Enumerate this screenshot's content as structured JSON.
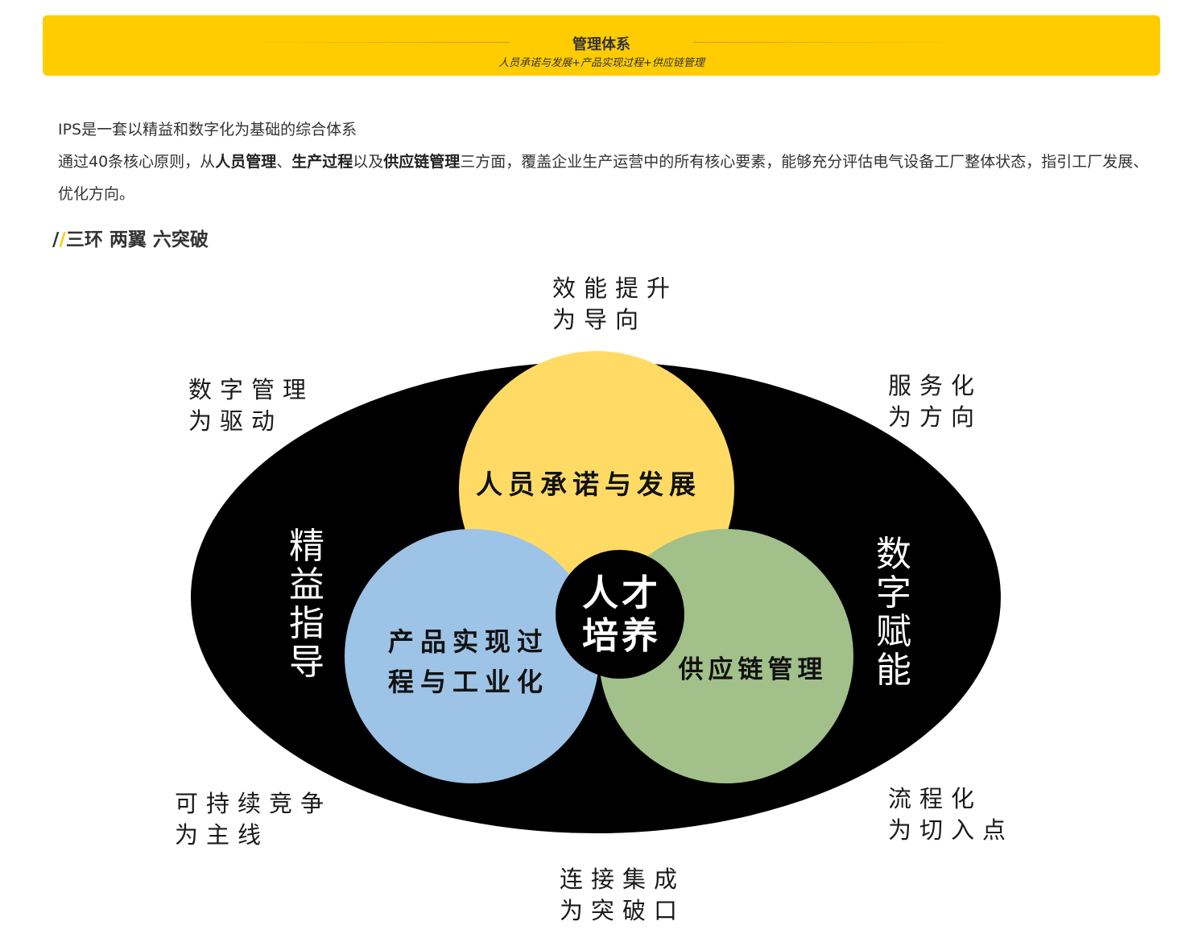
{
  "banner": {
    "title": "管理体系",
    "subtitle": "人员承诺与发展+产品实现过程+供应链管理"
  },
  "intro": {
    "line1": "IPS是一套以精益和数字化为基础的综合体系",
    "line2_a": "通过40条核心原则，从",
    "line2_b1": "人员管理",
    "line2_sep": "、",
    "line2_b2": "生产过程",
    "line2_c": "以及",
    "line2_b3": "供应链管理",
    "line2_d": "三方面，覆盖企业生产运营中的所有核心要素，能够充分评估电气设备工厂整体状态，指引工厂发展、优化方向。"
  },
  "section": {
    "slash1": "/",
    "slash2": "/",
    "title": "三环 两翼 六突破"
  },
  "diagram": {
    "colors": {
      "ellipse": "#000000",
      "yellow": "#ffdb66",
      "blue": "#9dc3e6",
      "green": "#a2c08a",
      "center": "#000000"
    },
    "rings": {
      "top": "人员承诺与发展",
      "left_line1": "产品实现过",
      "left_line2": "程与工业化",
      "right": "供应链管理",
      "center_line1": "人才",
      "center_line2": "培养"
    },
    "wings": {
      "left": [
        "精",
        "益",
        "指",
        "导"
      ],
      "right": [
        "数",
        "字",
        "赋",
        "能"
      ]
    },
    "breakthroughs": {
      "top": [
        "效能提升",
        "为导向"
      ],
      "top_left": [
        "数字管理",
        "为驱动"
      ],
      "top_right": [
        "服务化",
        "为方向"
      ],
      "bottom_left": [
        "可持续竞争",
        "为主线"
      ],
      "bottom_right": [
        "流程化",
        "为切入点"
      ],
      "bottom": [
        "连接集成",
        "为突破口"
      ]
    }
  }
}
